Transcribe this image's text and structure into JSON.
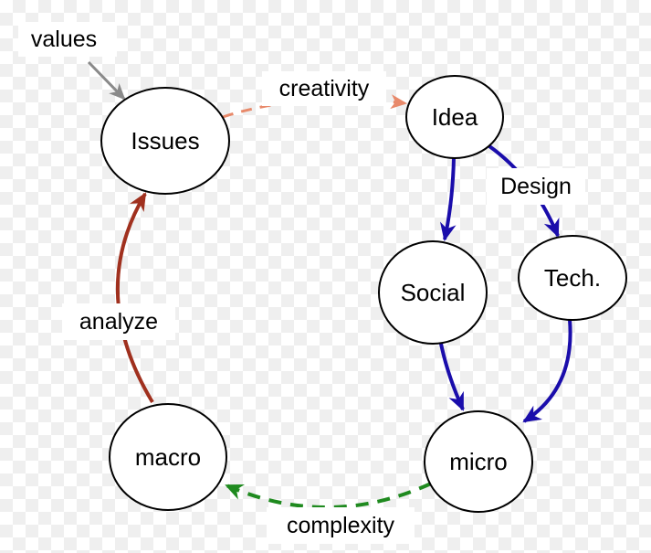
{
  "diagram": {
    "nodes": {
      "issues": "Issues",
      "idea": "Idea",
      "social": "Social",
      "tech": "Tech.",
      "micro": "micro",
      "macro": "macro"
    },
    "labels": {
      "values": "values",
      "creativity": "creativity",
      "design": "Design",
      "analyze": "analyze",
      "complexity": "complexity"
    },
    "colors": {
      "values_arrow": "#8a8a8a",
      "creativity_arrow": "#e8896a",
      "design_arrows": "#1a0dab",
      "analyze_arrow": "#a0301e",
      "complexity_arrow": "#1f8a1f"
    }
  }
}
